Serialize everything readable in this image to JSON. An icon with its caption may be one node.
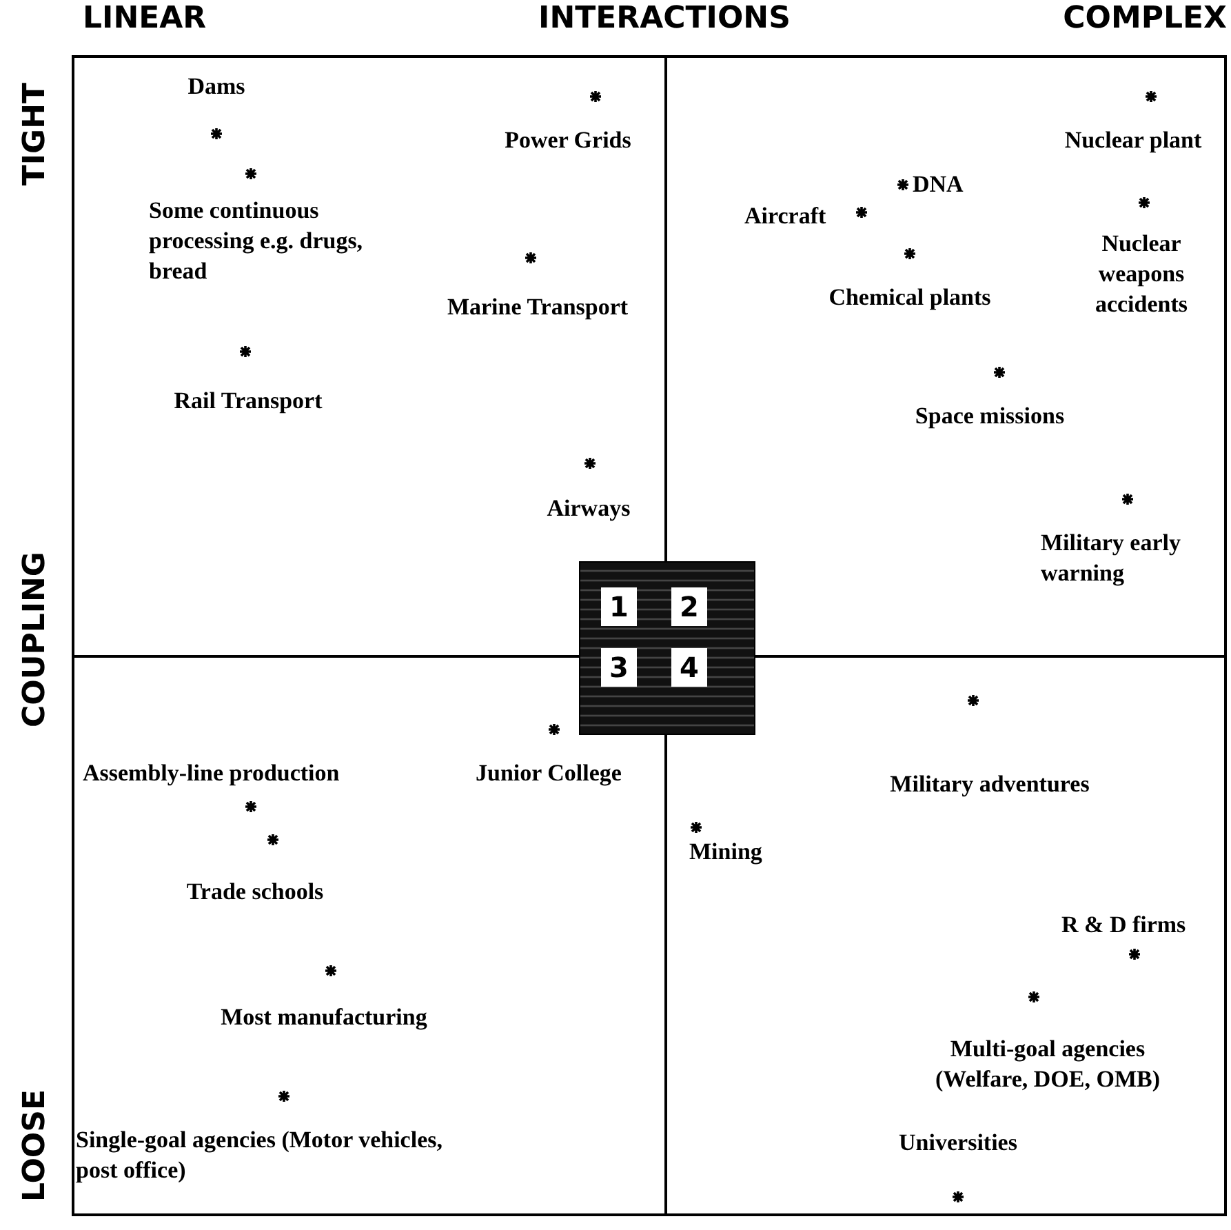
{
  "diagram": {
    "nodes": [
      {
        "text": [],
        "shape": "box"
      },
      {
        "text": [
          "1"
        ],
        "in": 0
      },
      {
        "text": [
          "2"
        ],
        "in": 0
      },
      {
        "text": [
          "3"
        ],
        "in": 0
      },
      {
        "text": [
          "4"
        ],
        "in": 0
      }
    ],
    "labels": [
      "LINEAR",
      "INTERACTIONS",
      "COMPLEX",
      "TIGHT",
      "COUPLING",
      "LOOSE",
      "Dams",
      "Some continuous processing e.g. drugs, bread",
      "Rail Transport",
      "Power Grids",
      "Marine Transport",
      "Airways",
      "Nuclear plant",
      "DNA",
      "Aircraft",
      "Chemical plants",
      "Nuclear weapons accidents",
      "Space missions",
      "Military early warning",
      "Junior College",
      "Assembly-line production",
      "Mining",
      "Military adventures",
      "Trade schools",
      "R & D firms",
      "Most manufacturing",
      "Multi-goal agencies (Welfare, DOE, OMB)",
      "Single-goal agencies (Motor vehicles, post office)",
      "Universities"
    ]
  }
}
